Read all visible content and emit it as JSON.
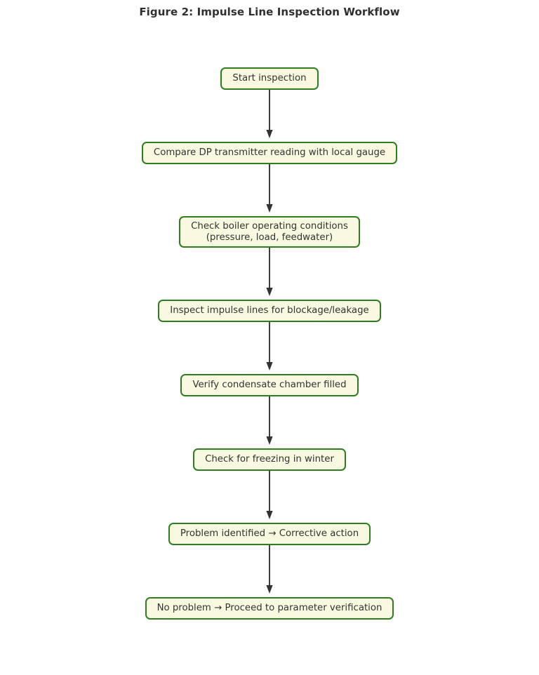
{
  "figure": {
    "title": "Figure 2: Impulse Line Inspection Workflow",
    "background_color": "#ffffff",
    "title_color": "#2f2f2f"
  },
  "style": {
    "node_fill": "#f9f9e1",
    "node_border": "#2e7d1e",
    "node_text": "#333333",
    "connector_color": "#333333"
  },
  "chart_data": {
    "type": "flowchart",
    "title": "Figure 2: Impulse Line Inspection Workflow",
    "orientation": "top-to-bottom",
    "node_count": 8,
    "edge_count": 7,
    "nodes": [
      {
        "id": "n1",
        "label": "Start inspection",
        "lines": 1
      },
      {
        "id": "n2",
        "label": "Compare DP transmitter reading with local gauge",
        "lines": 1
      },
      {
        "id": "n3",
        "label": "Check boiler operating conditions\n(pressure, load, feedwater)",
        "lines": 2
      },
      {
        "id": "n4",
        "label": "Inspect impulse lines for blockage/leakage",
        "lines": 1
      },
      {
        "id": "n5",
        "label": "Verify condensate chamber filled",
        "lines": 1
      },
      {
        "id": "n6",
        "label": "Check for freezing in winter",
        "lines": 1
      },
      {
        "id": "n7",
        "label": "Problem identified → Corrective action",
        "lines": 1
      },
      {
        "id": "n8",
        "label": "No problem → Proceed to parameter verification",
        "lines": 1
      }
    ],
    "edges": [
      {
        "from": "n1",
        "to": "n2",
        "label": ""
      },
      {
        "from": "n2",
        "to": "n3",
        "label": ""
      },
      {
        "from": "n3",
        "to": "n4",
        "label": ""
      },
      {
        "from": "n4",
        "to": "n5",
        "label": ""
      },
      {
        "from": "n5",
        "to": "n6",
        "label": ""
      },
      {
        "from": "n6",
        "to": "n7",
        "label": ""
      },
      {
        "from": "n7",
        "to": "n8",
        "label": ""
      }
    ]
  }
}
